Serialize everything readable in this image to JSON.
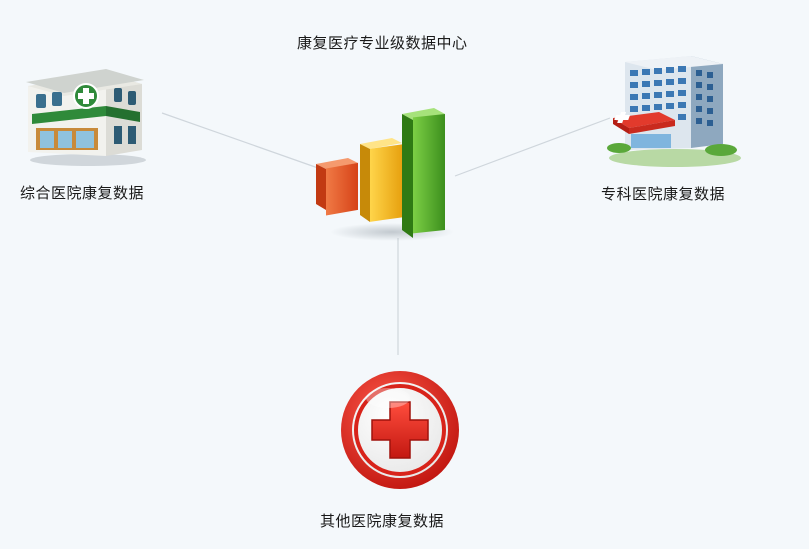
{
  "center": {
    "title": "康复医疗专业级数据中心",
    "icon": "bar-chart-icon"
  },
  "nodes": {
    "general": {
      "label": "综合医院康复数据",
      "icon": "pharmacy-building-icon"
    },
    "specialty": {
      "label": "专科医院康复数据",
      "icon": "hospital-building-icon"
    },
    "other": {
      "label": "其他医院康复数据",
      "icon": "red-cross-icon"
    }
  },
  "colors": {
    "background": "#f4f8fb",
    "connector": "#cfd6dc",
    "bar_orange": "#e8542a",
    "bar_yellow": "#f2b621",
    "bar_green": "#4ea92b",
    "cross_red": "#d81e1e"
  }
}
